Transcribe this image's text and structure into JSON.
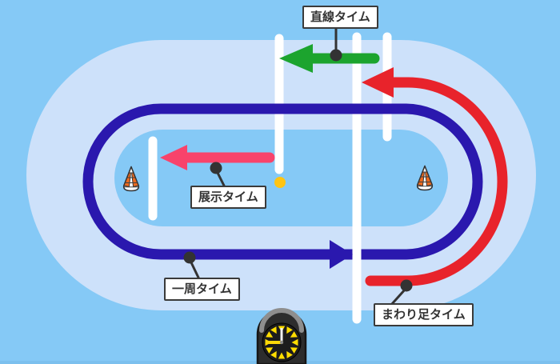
{
  "diagram": {
    "type": "boat-race-course-timing-diagram",
    "labels": {
      "straight_time": "直線タイム",
      "exhibition_time": "展示タイム",
      "lap_time": "一周タイム",
      "turning_time": "まわり足タイム"
    },
    "colors": {
      "sky": "#85C9F6",
      "track_pale": "#CDE1FA",
      "water_edge": "#7CC0EE",
      "loop_blue": "#2A18AE",
      "straight_green": "#1CA42E",
      "exhibition_pink": "#F8436B",
      "turning_red": "#E8232B",
      "line_white": "#FFFFFF",
      "dot_yellow": "#FFC413",
      "callout_dark": "#333333",
      "label_bg": "#FFFFFF",
      "label_border": "#3A3A3A",
      "label_text": "#333333",
      "buoy_orange": "#ED6A1F",
      "buoy_white": "#FFFFFF",
      "clock_body": "#2D2D2D",
      "clock_band": "#8E8E8E",
      "clock_face": "#1C1C1C",
      "tick_yellow": "#FFDD00",
      "hand_white": "#F2F2F2",
      "hand_yellow": "#FFD908"
    }
  }
}
